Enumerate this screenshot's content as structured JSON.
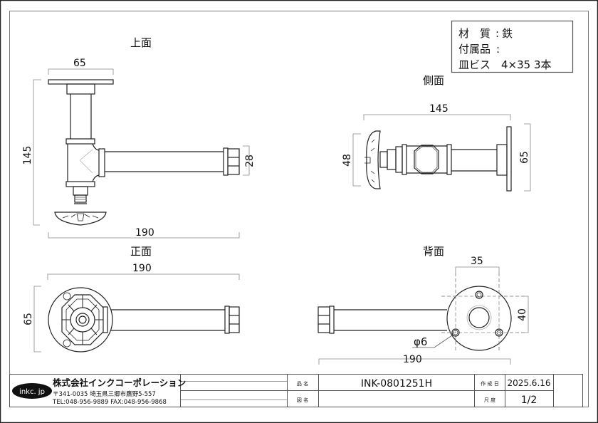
{
  "views": {
    "top": {
      "title": "上面",
      "dim_width": "65",
      "dim_height": "145",
      "dim_length": "190",
      "dim_outlet": "28"
    },
    "side": {
      "title": "側面",
      "dim_length": "145",
      "dim_knob": "48",
      "dim_plate": "65"
    },
    "front": {
      "title": "正面",
      "dim_length": "190",
      "dim_height": "65"
    },
    "back": {
      "title": "背面",
      "dim_hole_spacing_x": "35",
      "dim_hole_spacing_y": "40",
      "dim_hole_dia": "φ6",
      "dim_length": "190"
    }
  },
  "spec_box": {
    "material_label": "材　質",
    "material_value": "鉄",
    "accessories_label": "付属品",
    "accessories_value": "皿ビス　4×35  3本",
    "colon": ":"
  },
  "title_block": {
    "logo": "inkc. jp",
    "company": "株式会社インクコーポレーション",
    "address": "〒341-0035 埼玉県三郷市鷹野5-557",
    "contact": "TEL:048-956-9889  FAX:048-956-9868",
    "product_name_label": "品 名",
    "product_name": "INK-0801251H",
    "drawing_name_label": "図 名",
    "drawing_name": "",
    "created_label": "作 成 日",
    "created_date": "2025.6.16",
    "scale_label": "尺 度",
    "scale": "1/2"
  }
}
